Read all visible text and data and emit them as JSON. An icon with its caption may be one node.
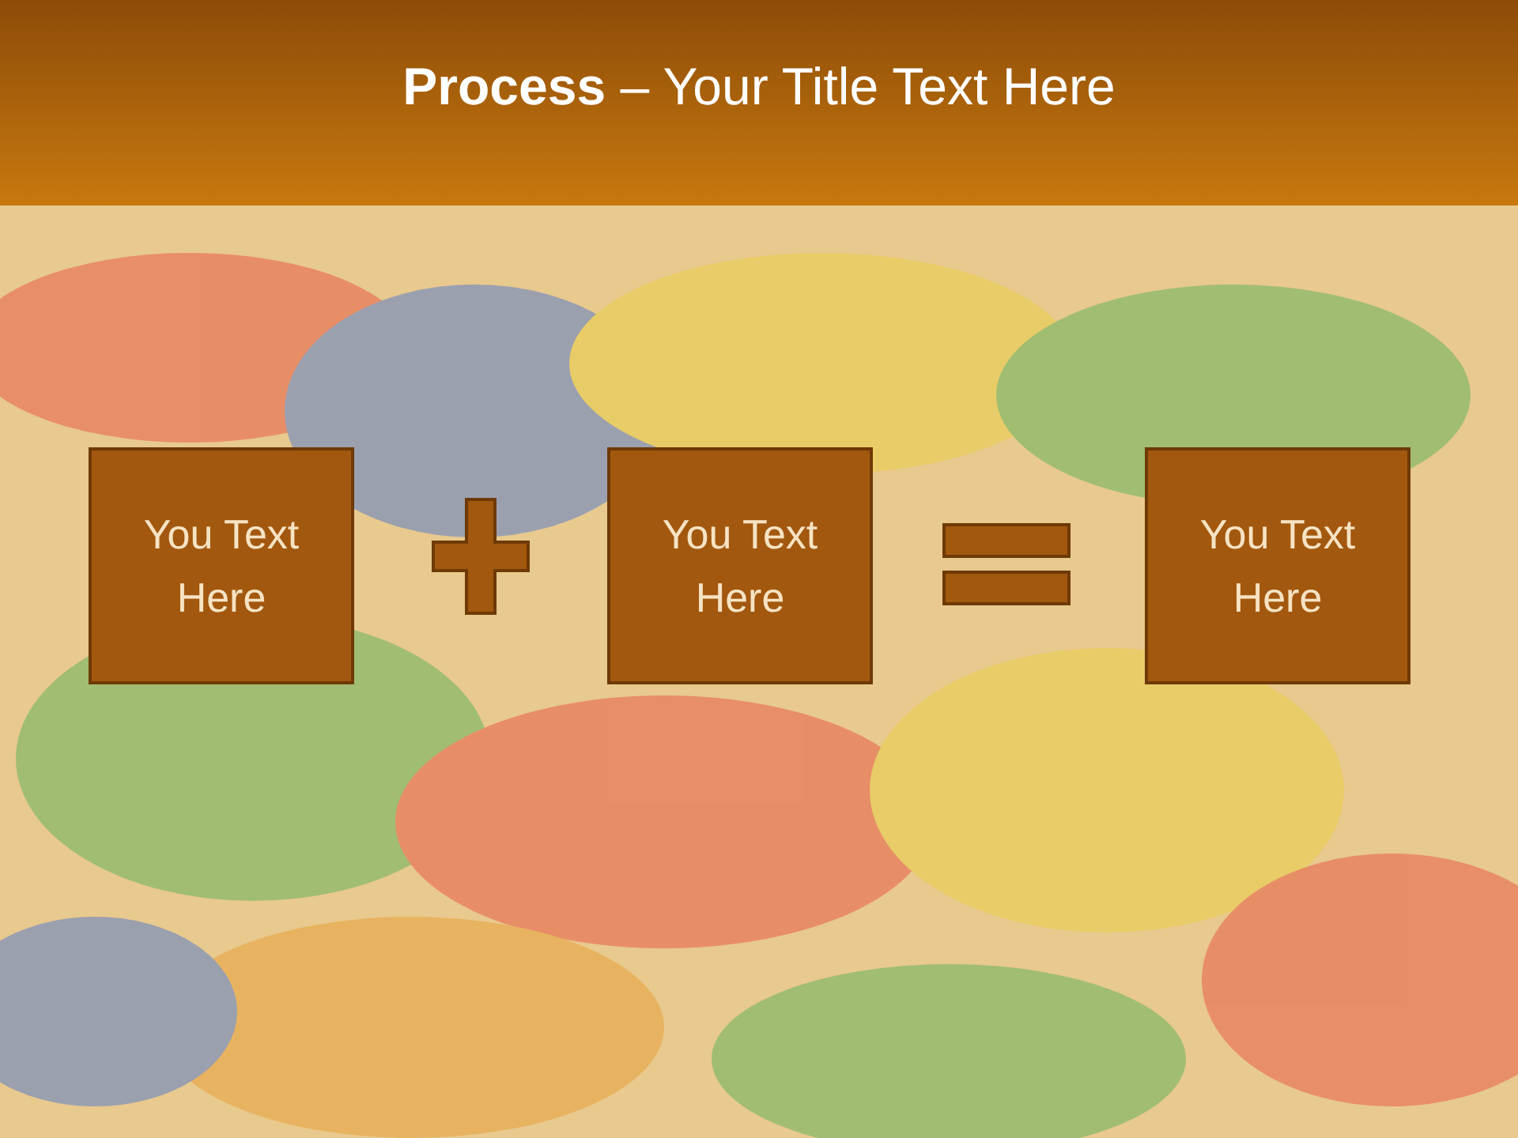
{
  "diagram": {
    "title": "**Process** – Your Title Text Here",
    "nodes": [
      {
        "text": [
          "You Text Here"
        ]
      },
      {
        "text": [
          "You Text Here"
        ]
      },
      {
        "text": [
          "You Text Here"
        ]
      }
    ]
  }
}
